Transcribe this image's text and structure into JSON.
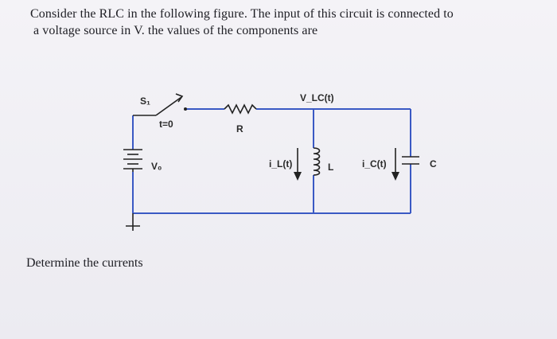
{
  "question": {
    "line1": "Consider the RLC  in the following figure. The input of this circuit is connected  to",
    "line2": "a voltage source  in V. the values of the components are"
  },
  "circuit": {
    "switch_label": "S₁",
    "switch_time": "t=0",
    "resistor_label": "R",
    "source_label": "V₀",
    "voltage_label": "V_LC(t)",
    "inductor_current_label": "i_L(t)",
    "inductor_label": "L",
    "capacitor_current_label": "i_C(t)",
    "capacitor_label": "C",
    "wire_color": "#3a59c4"
  },
  "footer": {
    "text": "Determine the currents"
  }
}
